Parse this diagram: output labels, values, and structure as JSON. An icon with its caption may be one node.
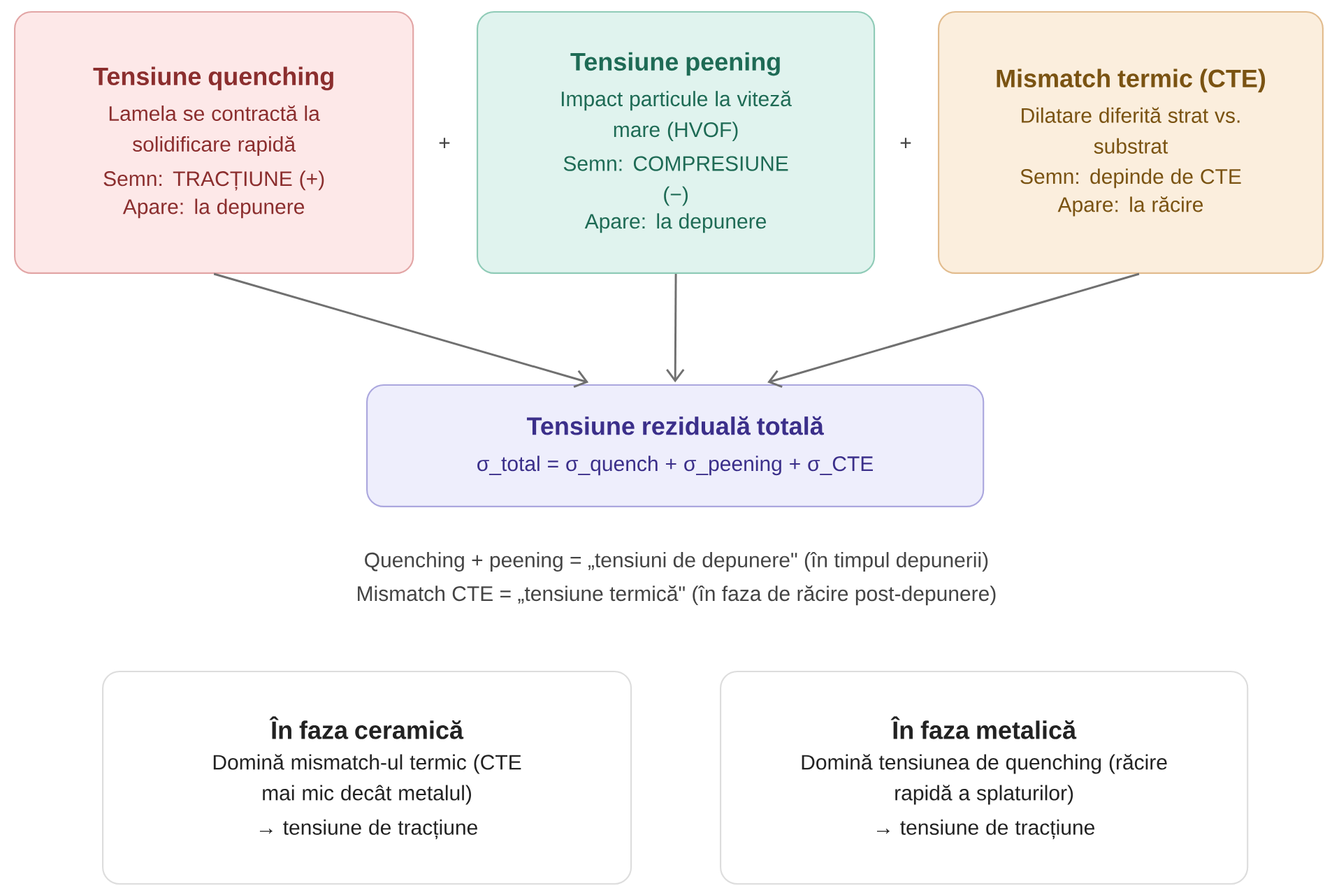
{
  "diagram": {
    "nodes": [
      {
        "text": [
          "Tensiune quenching",
          "Lamela se contractă la solidificare rapidă",
          "Semn: TRACȚIUNE (+)",
          "Apare: la depunere"
        ]
      },
      {
        "text": [
          "Tensiune peening",
          "Impact particule la viteză mare (HVOF)",
          "Semn: COMPRESIUNE (−)",
          "Apare: la depunere"
        ]
      },
      {
        "text": [
          "Mismatch termic (CTE)",
          "Dilatare diferită strat vs. substrat",
          "Semn: depinde de CTE",
          "Apare: la răcire"
        ]
      },
      {
        "text": [
          "Tensiune reziduală totală",
          "σ_total = σ_quench + σ_peening + σ_CTE"
        ]
      },
      {
        "text": [
          "În faza ceramică",
          "Domină mismatch-ul termic (CTE mai mic decât metalul)",
          "→ tensiune de tracțiune"
        ]
      },
      {
        "text": [
          "În faza metalică",
          "Domină tensiunea de quenching (răcire rapidă a splaturilor)",
          "→ tensiune de tracțiune"
        ]
      }
    ],
    "edges": [
      {
        "from": 0,
        "to": 3,
        "arrow": "to"
      },
      {
        "from": 1,
        "to": 3,
        "arrow": "to"
      },
      {
        "from": 2,
        "to": 3,
        "arrow": "to"
      }
    ],
    "labels": [
      "+",
      "+",
      "Quenching + peening = „tensiuni de depunere\" (în timpul depunerii)",
      "Mismatch CTE = „tensiune termică\" (în faza de răcire post-depunere)"
    ]
  }
}
